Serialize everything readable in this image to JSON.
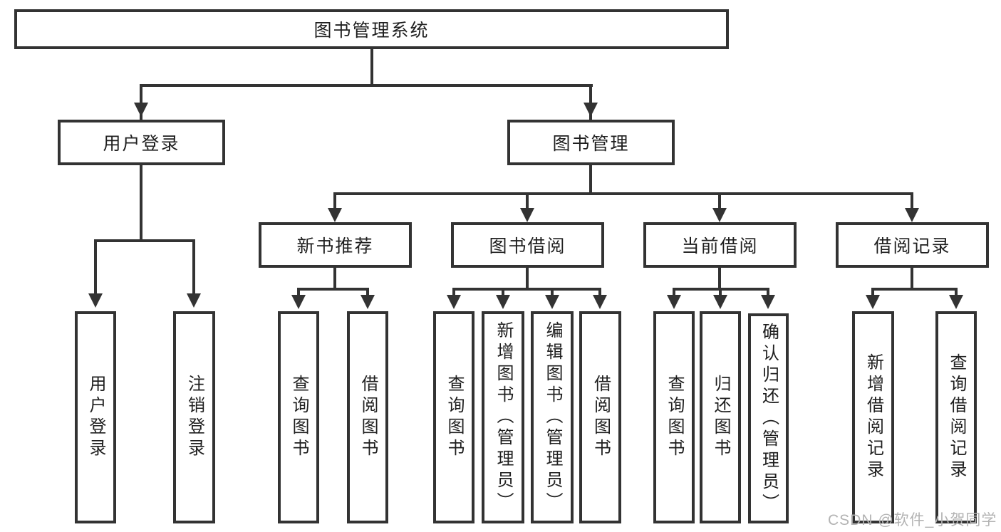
{
  "tree": {
    "root": {
      "label": "图书管理系统"
    },
    "user_login": {
      "label": "用户登录",
      "children": {
        "login": {
          "label": "用户登录"
        },
        "logout": {
          "label": "注销登录"
        }
      }
    },
    "book_mgmt": {
      "label": "图书管理",
      "children": {
        "new_book_rec": {
          "label": "新书推荐",
          "children": {
            "query_books": {
              "label": "查询图书"
            },
            "borrow_books": {
              "label": "借阅图书"
            }
          }
        },
        "book_borrowing": {
          "label": "图书借阅",
          "children": {
            "query_books": {
              "label": "查询图书"
            },
            "add_books": {
              "label": "新增图书（管理员）"
            },
            "edit_books": {
              "label": "编辑图书（管理员）"
            },
            "borrow_books": {
              "label": "借阅图书"
            }
          }
        },
        "current_borrowing": {
          "label": "当前借阅",
          "children": {
            "query_books": {
              "label": "查询图书"
            },
            "return_books": {
              "label": "归还图书"
            },
            "confirm_return": {
              "label": "确认归还（管理员）"
            }
          }
        },
        "borrowing_records": {
          "label": "借阅记录",
          "children": {
            "add_record": {
              "label": "新增借阅记录"
            },
            "query_record": {
              "label": "查询借阅记录"
            }
          }
        }
      }
    }
  },
  "watermark": {
    "text": "CSDN @软件_小贺同学"
  },
  "colors": {
    "line": "#333333",
    "box_border": "#333333",
    "text": "#1f1f1f",
    "watermark": "#b3b3b3",
    "background": "#ffffff"
  }
}
